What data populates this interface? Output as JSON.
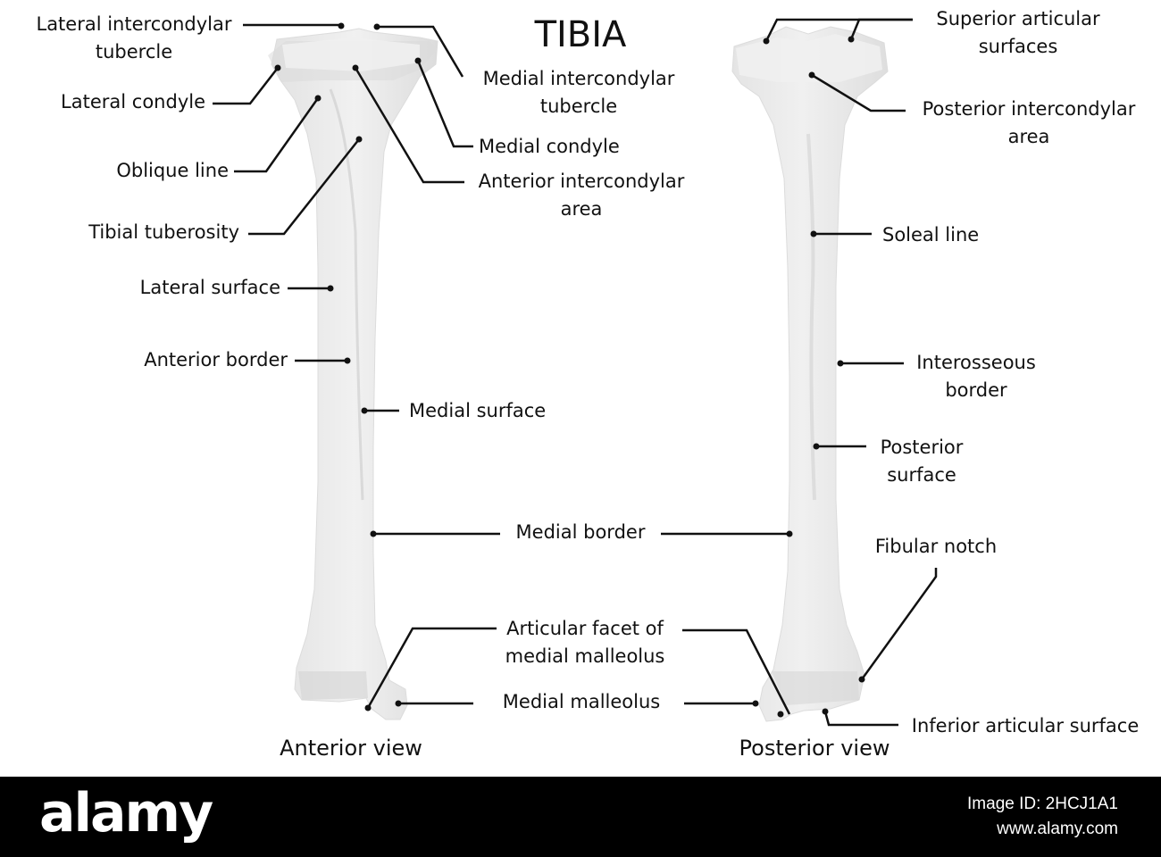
{
  "title": "TIBIA",
  "views": {
    "anterior": "Anterior view",
    "posterior": "Posterior view"
  },
  "labels": {
    "lateral_intercondylar_tubercle": [
      "Lateral intercondylar",
      "tubercle"
    ],
    "medial_intercondylar_tubercle": [
      "Medial intercondylar",
      "tubercle"
    ],
    "lateral_condyle": "Lateral condyle",
    "medial_condyle": "Medial condyle",
    "oblique_line": "Oblique line",
    "anterior_intercondylar_area": [
      "Anterior intercondylar",
      "area"
    ],
    "tibial_tuberosity": "Tibial tuberosity",
    "lateral_surface": "Lateral surface",
    "anterior_border": "Anterior border",
    "medial_surface": "Medial surface",
    "medial_border": "Medial border",
    "articular_facet": [
      "Articular facet of",
      "medial malleolus"
    ],
    "medial_malleolus": "Medial malleolus",
    "superior_articular_surfaces": [
      "Superior articular",
      "surfaces"
    ],
    "posterior_intercondylar_area": [
      "Posterior intercondylar",
      "area"
    ],
    "soleal_line": "Soleal line",
    "interosseous_border": [
      "Interosseous",
      "border"
    ],
    "posterior_surface": [
      "Posterior",
      "surface"
    ],
    "fibular_notch": "Fibular notch",
    "inferior_articular_surface": "Inferior articular surface"
  },
  "footer": {
    "logo": "alamy",
    "image_id": "Image ID: 2HCJ1A1",
    "site": "www.alamy.com"
  },
  "colors": {
    "bone": "#e9e9e9",
    "bone_shadow": "#d6d6d6",
    "leader": "#111111",
    "footer_bg": "#000000"
  }
}
